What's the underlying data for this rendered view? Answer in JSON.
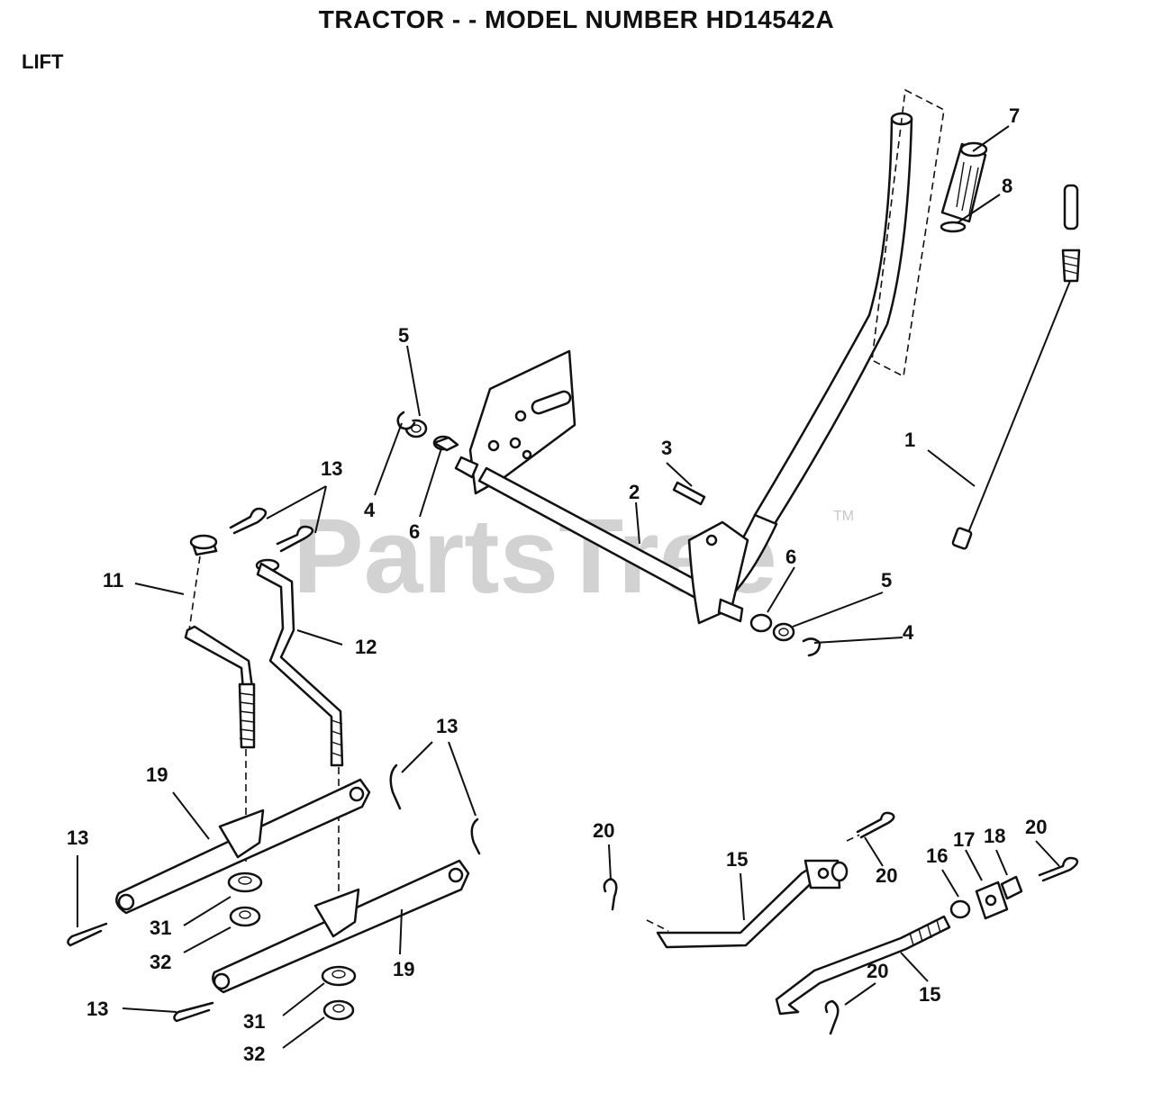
{
  "header": {
    "title": "TRACTOR - - MODEL NUMBER HD14542A",
    "section": "LIFT"
  },
  "watermark": {
    "text": "PartsTree",
    "tm": "TM"
  },
  "callouts": {
    "c1": "1",
    "c2": "2",
    "c3": "3",
    "c4a": "4",
    "c4b": "4",
    "c5a": "5",
    "c5b": "5",
    "c6a": "6",
    "c6b": "6",
    "c7": "7",
    "c8": "8",
    "c11": "11",
    "c12": "12",
    "c13a": "13",
    "c13b": "13",
    "c13c": "13",
    "c13d": "13",
    "c15a": "15",
    "c15b": "15",
    "c16": "16",
    "c17": "17",
    "c18": "18",
    "c19a": "19",
    "c19b": "19",
    "c20a": "20",
    "c20b": "20",
    "c20c": "20",
    "c20d": "20",
    "c31a": "31",
    "c31b": "31",
    "c32a": "32",
    "c32b": "32"
  }
}
